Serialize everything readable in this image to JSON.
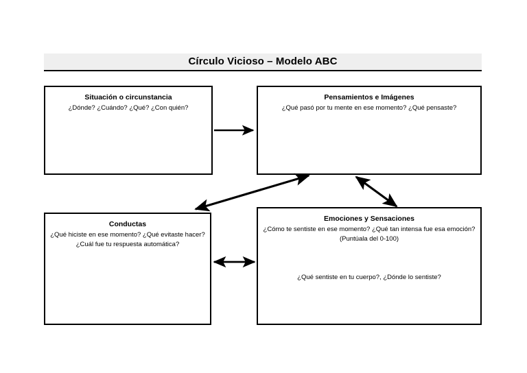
{
  "title": {
    "text": "Círculo Vicioso – Modelo ABC"
  },
  "boxes": {
    "situacion": {
      "heading": "Situación o circunstancia",
      "sub": "¿Dónde? ¿Cuándo? ¿Qué? ¿Con quién?"
    },
    "pensamientos": {
      "heading": "Pensamientos e Imágenes",
      "sub": "¿Qué pasó por tu mente en ese momento? ¿Qué pensaste?"
    },
    "conductas": {
      "heading": "Conductas",
      "sub_line1": "¿Qué hiciste en ese momento? ¿Qué evitaste hacer?",
      "sub_line2": "¿Cuál fue tu respuesta automática?"
    },
    "emociones": {
      "heading": "Emociones y Sensaciones",
      "sub_line1": "¿Cómo te sentiste en ese momento? ¿Qué tan intensa fue esa emoción?",
      "sub_line2": "(Puntúala del 0-100)",
      "extra": "¿Qué sentiste en tu cuerpo?, ¿Dónde lo sentiste?"
    }
  },
  "arrows": [
    {
      "name": "arrow-situacion-to-pensamientos",
      "from": "situacion",
      "to": "pensamientos",
      "direction": "single",
      "orientation": "horizontal"
    },
    {
      "name": "arrow-conductas-pensamientos",
      "from": "conductas",
      "to": "pensamientos",
      "direction": "double",
      "orientation": "diagonal"
    },
    {
      "name": "arrow-pensamientos-emociones",
      "from": "pensamientos",
      "to": "emociones",
      "direction": "double",
      "orientation": "diagonal"
    },
    {
      "name": "arrow-conductas-emociones",
      "from": "conductas",
      "to": "emociones",
      "direction": "double",
      "orientation": "horizontal"
    }
  ],
  "colors": {
    "ink": "#000000",
    "banner_background": "#efefef",
    "page_background": "#ffffff"
  }
}
